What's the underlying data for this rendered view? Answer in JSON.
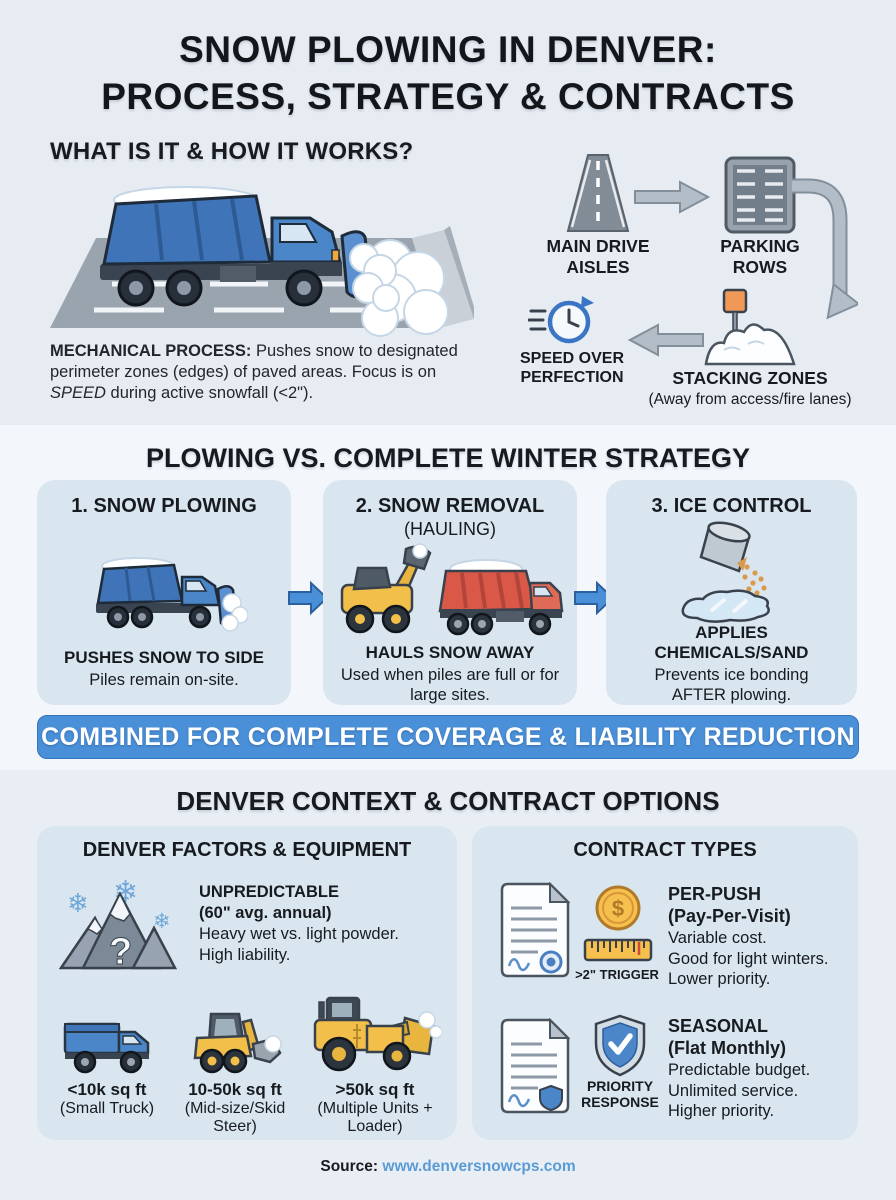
{
  "colors": {
    "page_bg": "#e7ecf3",
    "mid_section_bg": "#f3f6fa",
    "card_bg": "#d9e6f0",
    "banner_bg": "#4a90d8",
    "link_blue": "#5b9bd5",
    "truck_blue": "#4a86c8",
    "equipment_yellow": "#f2c04a",
    "haul_truck_red": "#d95848"
  },
  "icons": {
    "snowflake": "❄",
    "question_mark": "?",
    "dollar": "$"
  },
  "header": {
    "title_line1": "SNOW PLOWING IN DENVER:",
    "title_line2": "PROCESS, STRATEGY & CONTRACTS"
  },
  "process": {
    "heading": "WHAT IS IT & HOW IT WORKS?",
    "mechanical_label": "MECHANICAL PROCESS:",
    "mechanical_text_1": "Pushes snow to designated perimeter zones (edges) of paved areas. Focus is on",
    "mechanical_italic": "SPEED",
    "mechanical_text_2": "during active snowfall (<2\").",
    "flow": {
      "step1_line1": "MAIN DRIVE",
      "step1_line2": "AISLES",
      "step2_line1": "PARKING",
      "step2_line2": "ROWS",
      "step3_title": "STACKING ZONES",
      "step3_sub": "(Away from access/fire lanes)",
      "step4_line1": "SPEED OVER",
      "step4_line2": "PERFECTION"
    }
  },
  "strategy": {
    "heading": "PLOWING VS. COMPLETE WINTER STRATEGY",
    "cards": [
      {
        "title": "1. SNOW PLOWING",
        "subtitle": "",
        "bold": "PUSHES SNOW TO SIDE",
        "desc": "Piles remain on-site."
      },
      {
        "title": "2. SNOW REMOVAL",
        "subtitle": "(HAULING)",
        "bold": "HAULS SNOW AWAY",
        "desc": "Used when piles are full or for large sites."
      },
      {
        "title": "3. ICE CONTROL",
        "subtitle": "",
        "bold": "APPLIES CHEMICALS/SAND",
        "desc": "Prevents ice bonding AFTER plowing."
      }
    ],
    "banner": "COMBINED FOR COMPLETE COVERAGE & LIABILITY REDUCTION"
  },
  "context": {
    "heading": "DENVER CONTEXT & CONTRACT OPTIONS",
    "factors_panel": {
      "heading": "DENVER FACTORS & EQUIPMENT",
      "factor_title_1": "UNPREDICTABLE",
      "factor_title_2": "(60\" avg. annual)",
      "factor_desc_1": "Heavy wet vs. light powder.",
      "factor_desc_2": "High liability.",
      "equipment": [
        {
          "size": "<10k sq ft",
          "type": "(Small Truck)"
        },
        {
          "size": "10-50k sq ft",
          "type": "(Mid-size/Skid Steer)"
        },
        {
          "size": ">50k sq ft",
          "type": "(Multiple Units + Loader)"
        }
      ]
    },
    "contracts_panel": {
      "heading": "CONTRACT TYPES",
      "contracts": [
        {
          "badge": ">2\" TRIGGER",
          "title": "PER-PUSH",
          "subtitle": "(Pay-Per-Visit)",
          "line1": "Variable cost.",
          "line2": "Good for light winters.",
          "line3": "Lower priority."
        },
        {
          "badge": "PRIORITY RESPONSE",
          "title": "SEASONAL",
          "subtitle": "(Flat Monthly)",
          "line1": "Predictable budget.",
          "line2": "Unlimited service.",
          "line3": "Higher priority."
        }
      ]
    }
  },
  "footer": {
    "label": "Source:",
    "url": "www.denversnowcps.com"
  }
}
